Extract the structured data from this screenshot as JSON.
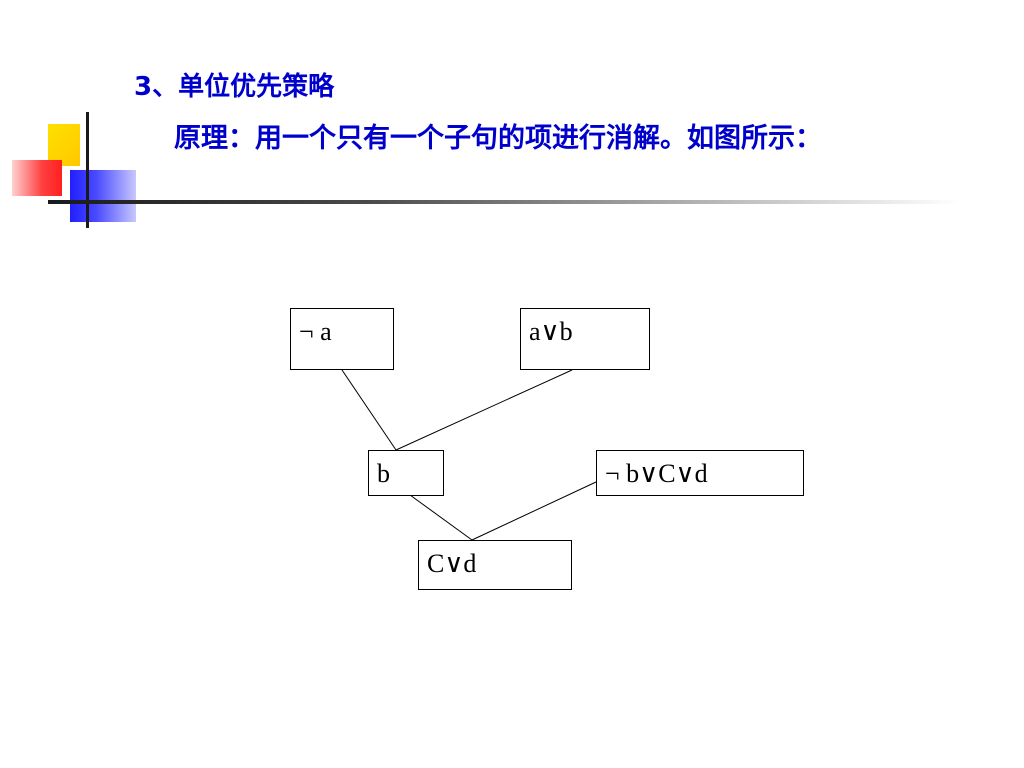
{
  "slide": {
    "title": "3、单位优先策略",
    "principle": "原理：用一个只有一个子句的项进行消解。如图所示："
  },
  "diagram": {
    "nodes": [
      {
        "id": "n1",
        "label": "¬ a"
      },
      {
        "id": "n2",
        "label": "a∨b"
      },
      {
        "id": "n3",
        "label": "b"
      },
      {
        "id": "n4",
        "label": "¬  b∨C∨d"
      },
      {
        "id": "n5",
        "label": "C∨d"
      }
    ],
    "edges": [
      {
        "from": "n1",
        "to": "n3"
      },
      {
        "from": "n2",
        "to": "n3"
      },
      {
        "from": "n3",
        "to": "n5"
      },
      {
        "from": "n4",
        "to": "n5"
      }
    ]
  }
}
